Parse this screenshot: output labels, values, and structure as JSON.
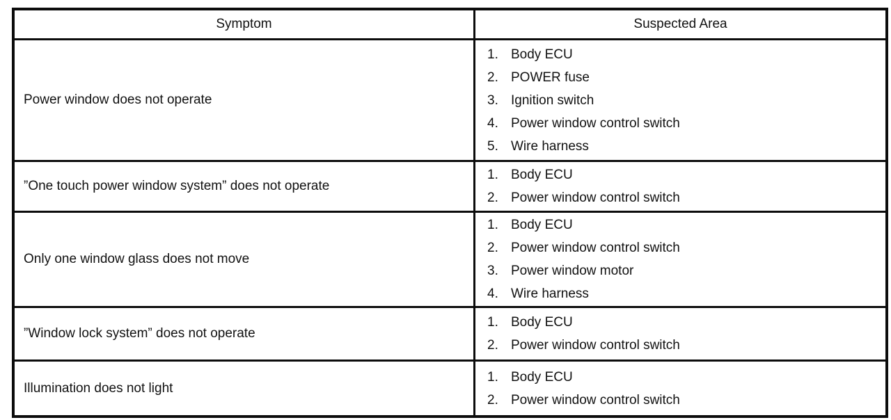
{
  "table": {
    "headers": {
      "symptom": "Symptom",
      "suspected_area": "Suspected Area"
    },
    "rows": [
      {
        "symptom": "Power window does not operate",
        "areas": [
          {
            "num": "1.",
            "label": "Body ECU"
          },
          {
            "num": "2.",
            "label": "POWER fuse"
          },
          {
            "num": "3.",
            "label": "Ignition switch"
          },
          {
            "num": "4.",
            "label": "Power window control switch"
          },
          {
            "num": "5.",
            "label": "Wire harness"
          }
        ]
      },
      {
        "symptom": "”One touch power window system” does not operate",
        "areas": [
          {
            "num": "1.",
            "label": "Body ECU"
          },
          {
            "num": "2.",
            "label": "Power window control switch"
          }
        ]
      },
      {
        "symptom": "Only one window glass does not move",
        "areas": [
          {
            "num": "1.",
            "label": "Body ECU"
          },
          {
            "num": "2.",
            "label": "Power window control switch"
          },
          {
            "num": "3.",
            "label": "Power window motor"
          },
          {
            "num": "4.",
            "label": "Wire harness"
          }
        ]
      },
      {
        "symptom": "”Window lock system” does not operate",
        "areas": [
          {
            "num": "1.",
            "label": "Body ECU"
          },
          {
            "num": "2.",
            "label": "Power window control switch"
          }
        ]
      },
      {
        "symptom": "Illumination does not light",
        "areas": [
          {
            "num": "1.",
            "label": "Body ECU"
          },
          {
            "num": "2.",
            "label": "Power window control switch"
          }
        ]
      }
    ]
  }
}
